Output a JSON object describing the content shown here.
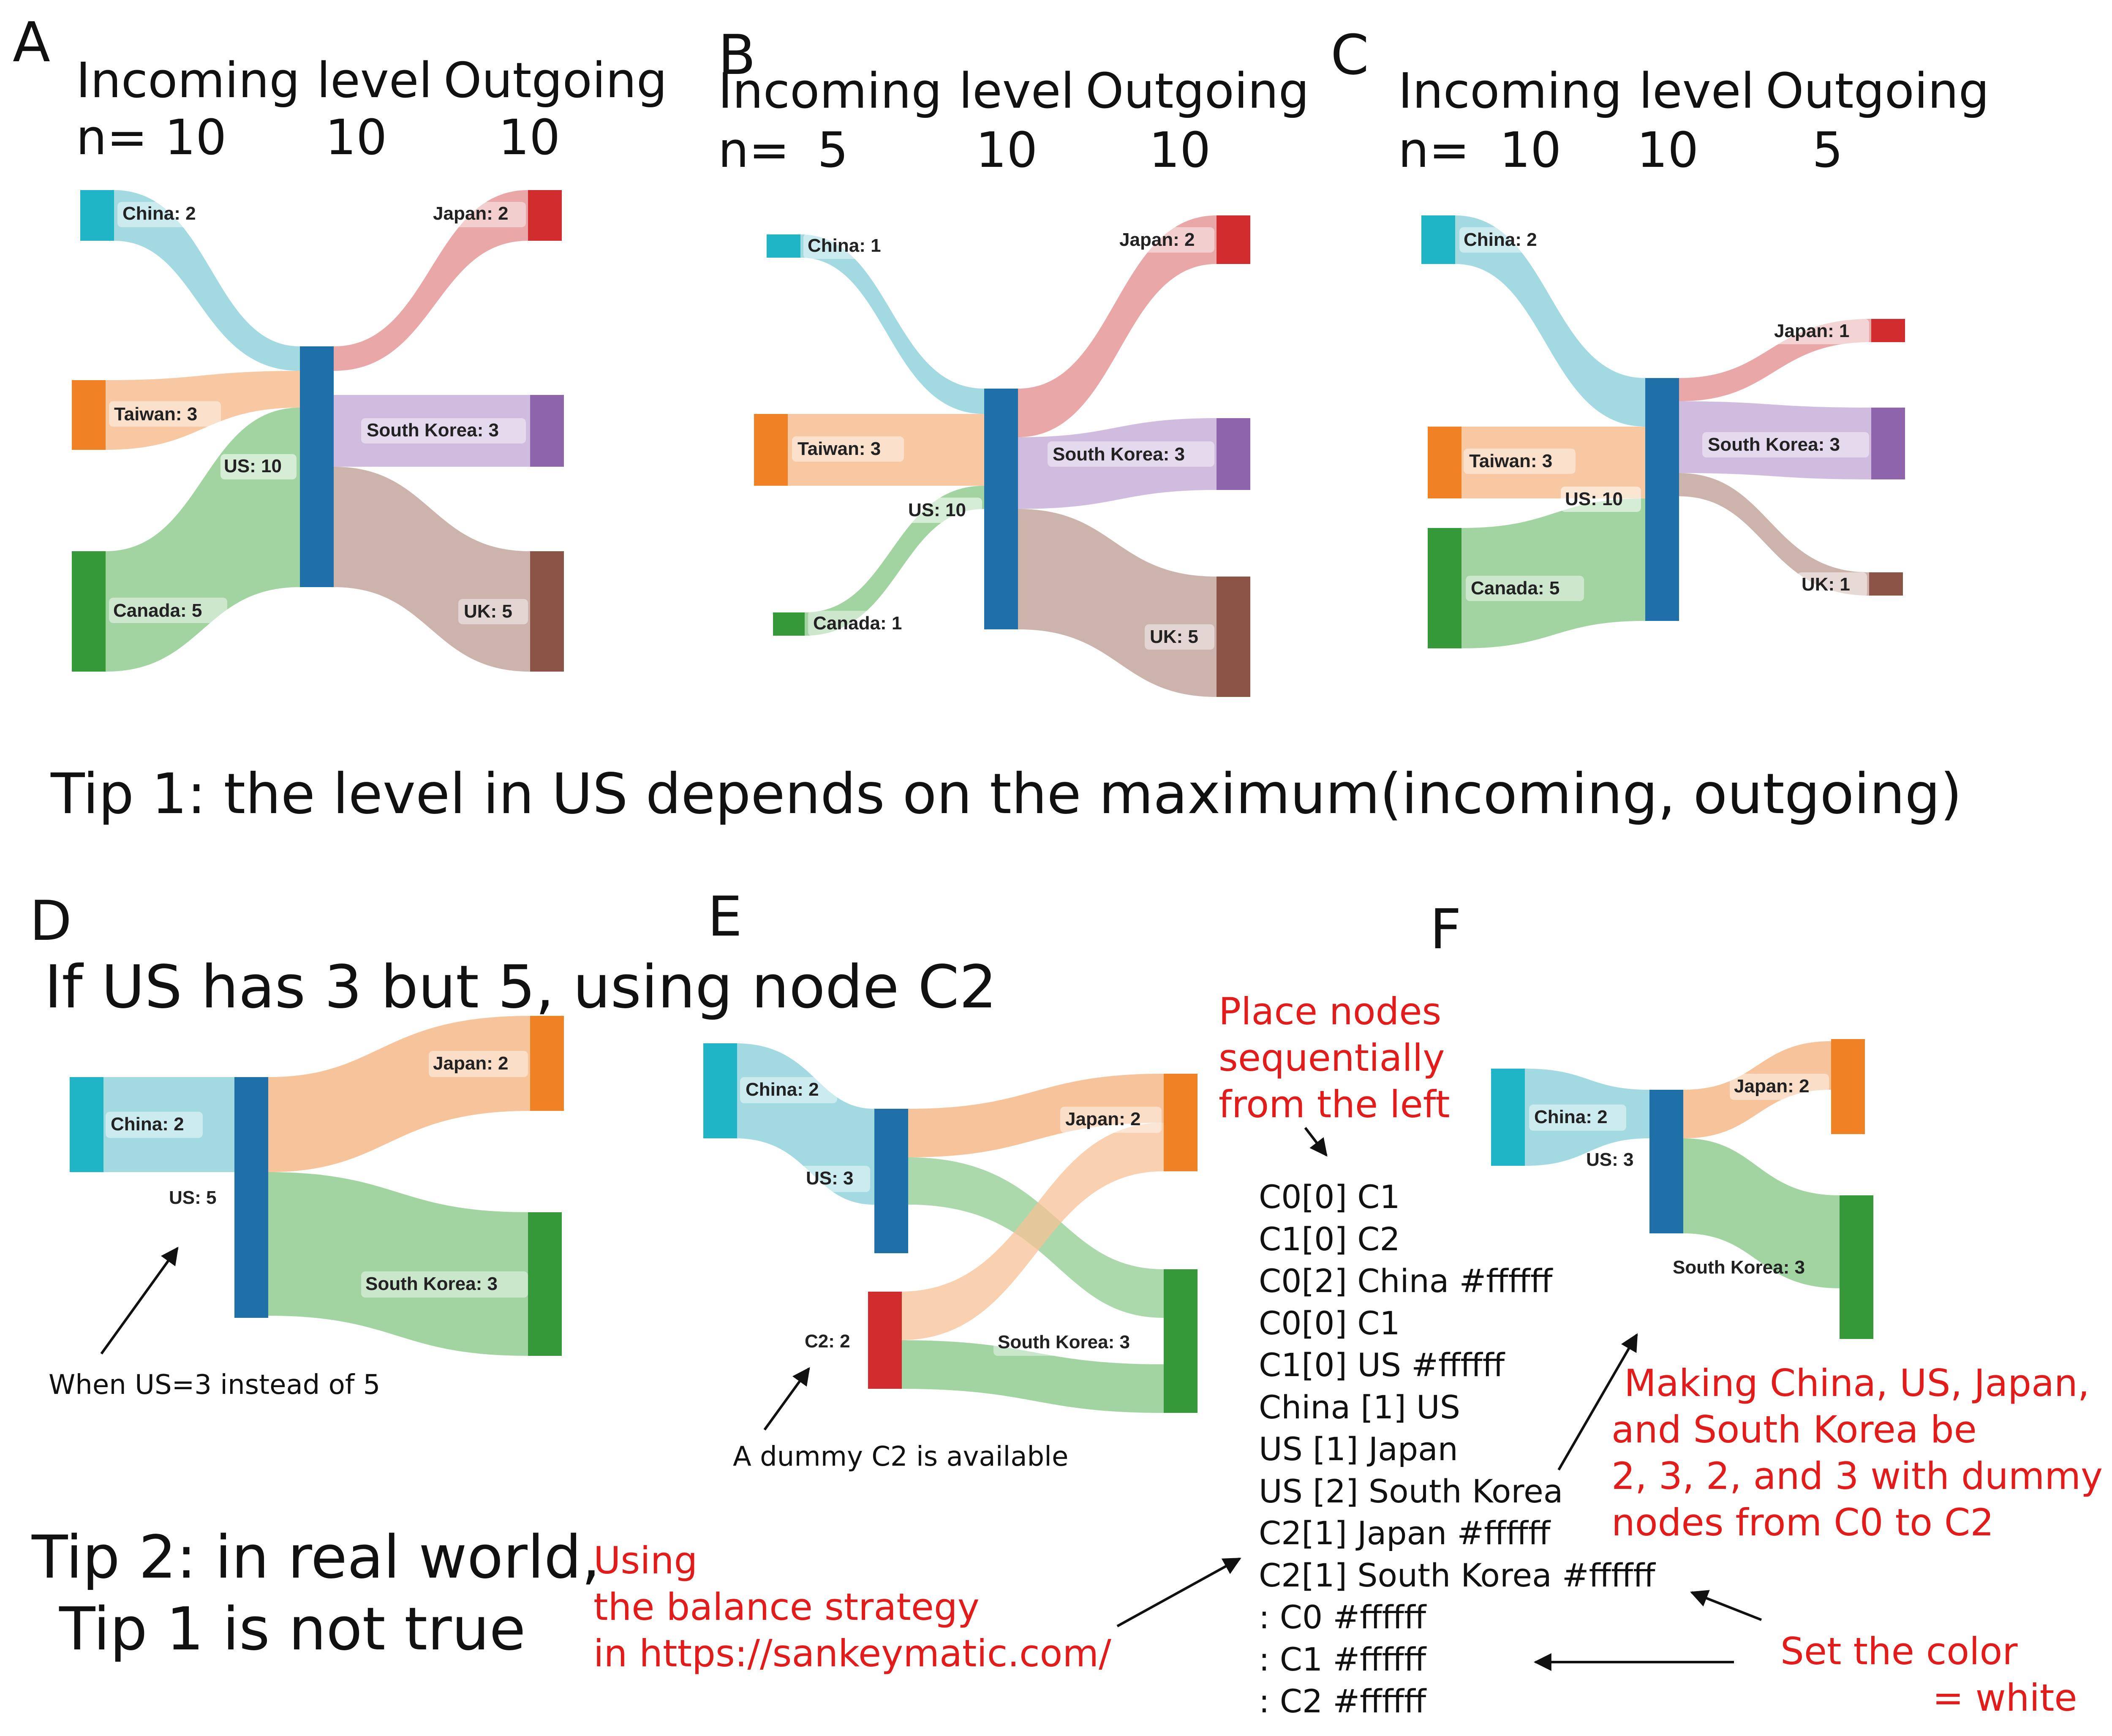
{
  "colors": {
    "china": "#1fb5c6",
    "china_link": "#9ed8e0",
    "taiwan": "#f08124",
    "taiwan_link": "#f7c59c",
    "canada": "#35993a",
    "canada_link": "#9dd29d",
    "us": "#1f6fa9",
    "japan": "#d22d2e",
    "japan_link": "#e8a2a3",
    "south_korea": "#8e65ad",
    "south_korea_link": "#cdb8dd",
    "uk": "#8b5446",
    "uk_link": "#c9afa8",
    "orange_link": "#f7c095",
    "green_link": "#9cd29c",
    "annotation_red": "#e21b1b",
    "text": "#111111"
  },
  "panels": {
    "A": {
      "letter": "A",
      "headers": {
        "incoming": "Incoming",
        "level": "level",
        "outgoing": "Outgoing"
      },
      "counts": {
        "n": "n=",
        "incoming": "10",
        "level": "10",
        "outgoing": "10"
      },
      "nodes": {
        "china": "China: 2",
        "taiwan": "Taiwan: 3",
        "canada": "Canada: 5",
        "us": "US: 10",
        "japan": "Japan: 2",
        "south_korea": "South Korea: 3",
        "uk": "UK: 5"
      }
    },
    "B": {
      "letter": "B",
      "headers": {
        "incoming": "Incoming",
        "level": "level",
        "outgoing": "Outgoing"
      },
      "counts": {
        "n": "n=",
        "incoming": "5",
        "level": "10",
        "outgoing": "10"
      },
      "nodes": {
        "china": "China: 1",
        "taiwan": "Taiwan: 3",
        "canada": "Canada: 1",
        "us": "US: 10",
        "japan": "Japan: 2",
        "south_korea": "South Korea: 3",
        "uk": "UK: 5"
      }
    },
    "C": {
      "letter": "C",
      "headers": {
        "incoming": "Incoming",
        "level": "level",
        "outgoing": "Outgoing"
      },
      "counts": {
        "n": "n=",
        "incoming": "10",
        "level": "10",
        "outgoing": "5"
      },
      "nodes": {
        "china": "China: 2",
        "taiwan": "Taiwan: 3",
        "canada": "Canada: 5",
        "us": "US: 10",
        "japan": "Japan: 1",
        "south_korea": "South Korea: 3",
        "uk": "UK: 1"
      }
    },
    "D": {
      "letter": "D",
      "nodes": {
        "china": "China: 2",
        "us": "US: 5",
        "japan": "Japan: 2",
        "south_korea": "South Korea: 3"
      },
      "annotation": "When US=3 instead of 5"
    },
    "E": {
      "letter": "E",
      "nodes": {
        "china": "China: 2",
        "us": "US: 3",
        "c2": "C2: 2",
        "japan": "Japan: 2",
        "south_korea": "South Korea: 3"
      },
      "annotation": "A dummy C2 is available"
    },
    "F": {
      "letter": "F",
      "nodes": {
        "china": "China: 2",
        "us": "US: 3",
        "japan": "Japan: 2",
        "south_korea": "South Korea: 3"
      }
    }
  },
  "tip1": "Tip 1: the level in US depends on the maximum(incoming, outgoing)",
  "d_heading": "If US has 3 but 5, using node C2",
  "tip2": [
    "Tip 2: in real world,",
    "Tip 1 is not true"
  ],
  "notes": {
    "place_nodes": [
      "Place nodes",
      "sequentially",
      "from the left"
    ],
    "balance": [
      "Using",
      "the balance strategy",
      "in https://sankeymatic.com/"
    ],
    "making": [
      "Making China, US, Japan,",
      "and South Korea  be",
      "2, 3, 2, and 3 with dummy",
      "nodes from C0 to C2"
    ],
    "set_color": [
      "Set the color",
      "= white"
    ]
  },
  "code_lines": [
    "C0[0] C1",
    "C1[0] C2",
    "C0[2] China #ffffff",
    "C0[0] C1",
    "C1[0] US #ffffff",
    "China [1] US",
    "US [1] Japan",
    "US [2] South Korea",
    "C2[1] Japan #ffffff",
    "C2[1] South Korea #ffffff",
    ": C0  #ffffff",
    ": C1 #ffffff",
    ": C2 #ffffff"
  ]
}
